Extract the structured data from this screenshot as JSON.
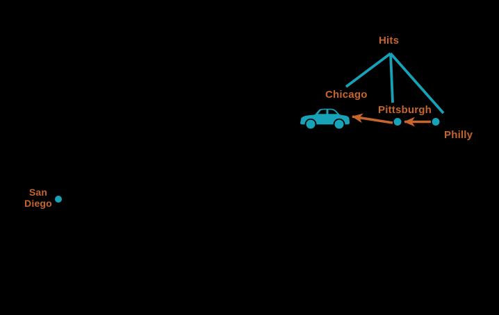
{
  "colors": {
    "background": "#000000",
    "teal": "#17a2b8",
    "orange": "#c7652c"
  },
  "labels": {
    "hits": "Hits",
    "chicago": "Chicago",
    "pittsburgh": "Pittsburgh",
    "philly": "Philly",
    "san_diego": "San Diego"
  },
  "diagram": {
    "root_label": "Hits",
    "nodes": [
      {
        "name": "Chicago",
        "marker": "car-icon"
      },
      {
        "name": "Pittsburgh",
        "marker": "teal-dot"
      },
      {
        "name": "Philly",
        "marker": "teal-dot"
      },
      {
        "name": "San Diego",
        "marker": "teal-dot"
      }
    ],
    "edges": [
      {
        "from": "Hits",
        "to": "Chicago",
        "style": "teal-line"
      },
      {
        "from": "Hits",
        "to": "Pittsburgh",
        "style": "teal-line"
      },
      {
        "from": "Hits",
        "to": "Philly",
        "style": "teal-line"
      },
      {
        "from": "Philly",
        "to": "Pittsburgh",
        "style": "orange-arrow"
      },
      {
        "from": "Pittsburgh",
        "to": "Chicago",
        "style": "orange-arrow"
      }
    ]
  }
}
